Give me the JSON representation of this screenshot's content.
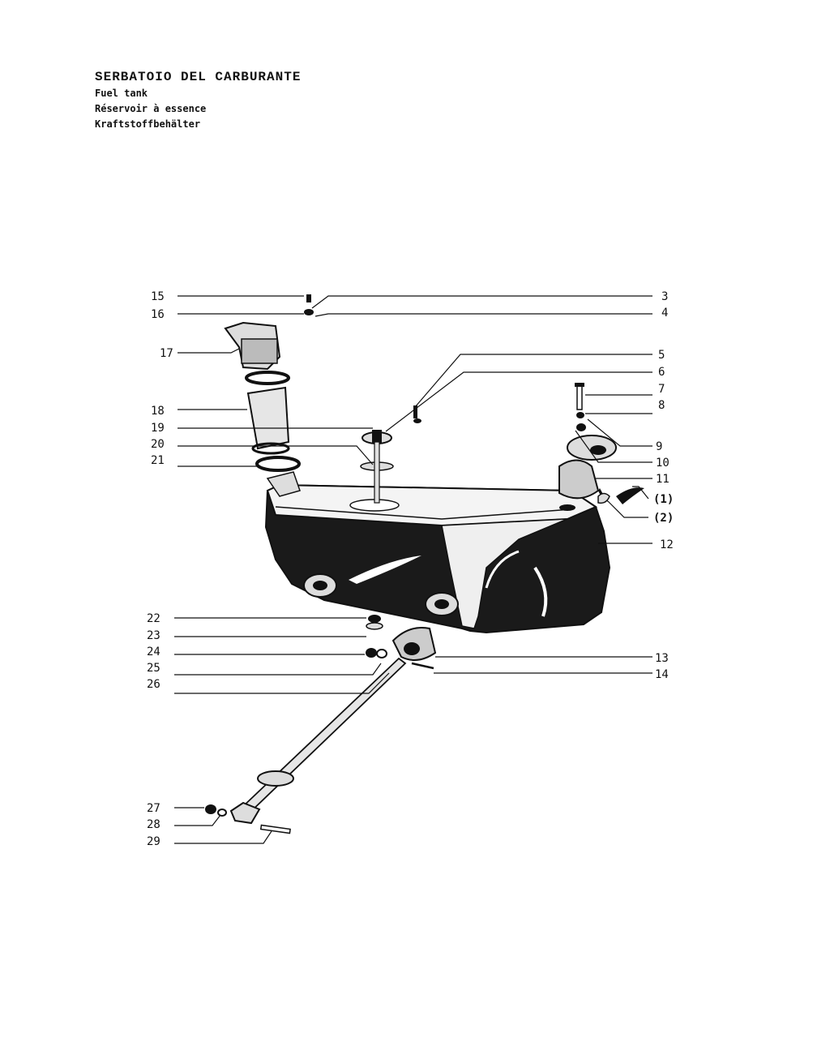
{
  "header": {
    "title_it": "SERBATOIO DEL CARBURANTE",
    "title_en": "Fuel tank",
    "title_fr": "Réservoir à essence",
    "title_de": "Kraftstoffbehälter"
  },
  "callouts": {
    "c1": "(1)",
    "c2": "(2)",
    "c3": "3",
    "c4": "4",
    "c5": "5",
    "c6": "6",
    "c7": "7",
    "c8": "8",
    "c9": "9",
    "c10": "10",
    "c11": "11",
    "c12": "12",
    "c13": "13",
    "c14": "14",
    "c15": "15",
    "c16": "16",
    "c17": "17",
    "c18": "18",
    "c19": "19",
    "c20": "20",
    "c21": "21",
    "c22": "22",
    "c23": "23",
    "c24": "24",
    "c25": "25",
    "c26": "26",
    "c27": "27",
    "c28": "28",
    "c29": "29"
  }
}
